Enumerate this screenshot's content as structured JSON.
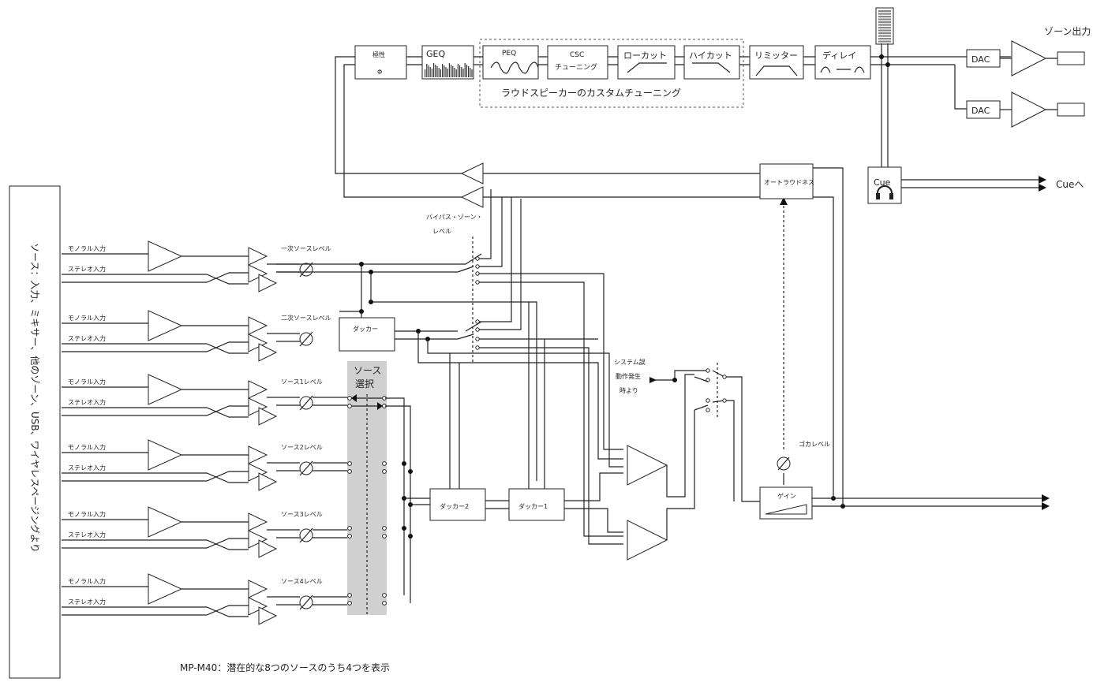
{
  "side_panel": {
    "text": "ソース：入力、ミキサー、他のゾーン、USB、ワイヤレスページングより"
  },
  "inputs": [
    {
      "mono": "モノラル入力",
      "stereo": "ステレオ入力",
      "level": "一次ソースレベル"
    },
    {
      "mono": "モノラル入力",
      "stereo": "ステレオ入力",
      "level": "二次ソースレベル"
    },
    {
      "mono": "モノラル入力",
      "stereo": "ステレオ入力",
      "level": "ソース1レベル"
    },
    {
      "mono": "モノラル入力",
      "stereo": "ステレオ入力",
      "level": "ソース2レベル"
    },
    {
      "mono": "モノラル入力",
      "stereo": "ステレオ入力",
      "level": "ソース3レベル"
    },
    {
      "mono": "モノラル入力",
      "stereo": "ステレオ入力",
      "level": "ソース4レベル"
    }
  ],
  "source_select": {
    "line1": "ソース",
    "line2": "選択"
  },
  "ducker_labels": {
    "ducker": "ダッカー",
    "ducker1": "ダッカー1",
    "ducker2": "ダッカー2"
  },
  "bypass": {
    "line1": "バイパス・ゾーン・",
    "line2": "レベル"
  },
  "system_alarm": {
    "line1": "システム誤",
    "line2": "動作発生",
    "line3": "時より"
  },
  "mic_level": "ゴカレベル",
  "gain": "ゲイン",
  "auto_loudness": "オートラウドネス",
  "chain": {
    "polarity": "極性",
    "polarity_symbol": "Φ",
    "geq": "GEQ",
    "peq": "PEQ",
    "csc_line1": "CSC",
    "csc_line2": "チューニング",
    "low_cut": "ローカット",
    "high_cut": "ハイカット",
    "limiter": "リミッター",
    "delay": "ディレイ",
    "custom_tuning": "ラウドスピーカーのカスタムチューニング"
  },
  "outputs": {
    "zone_output": "ゾーン出力",
    "dac1": "DAC",
    "dac2": "DAC",
    "cue": "Cue",
    "to_cue": "Cueへ"
  },
  "footnote": "MP-M40：潜在的な8つのソースのうち4つを表示"
}
